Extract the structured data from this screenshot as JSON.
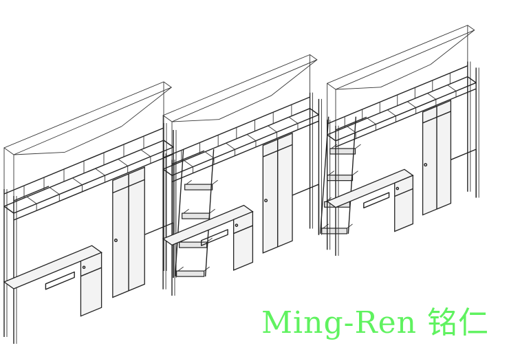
{
  "watermark": {
    "text": "Ming-Ren 铭仁",
    "color": "#5ff25f"
  },
  "figure": {
    "subject": "loft-bed-units",
    "units": 3,
    "line_color": "#222222",
    "background": "#ffffff"
  }
}
